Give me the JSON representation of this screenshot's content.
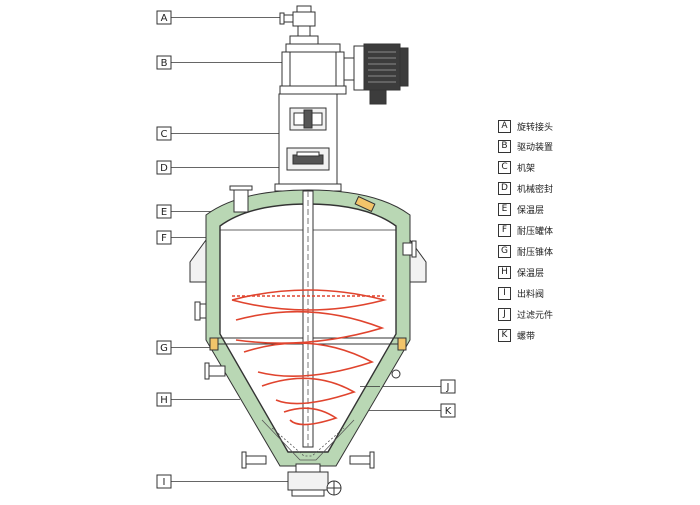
{
  "callouts_left": [
    "A",
    "B",
    "C",
    "D",
    "E",
    "F",
    "G",
    "H",
    "I"
  ],
  "callouts_right": [
    "J",
    "K"
  ],
  "legend": [
    {
      "key": "A",
      "label": "旋转接头"
    },
    {
      "key": "B",
      "label": "驱动装置"
    },
    {
      "key": "C",
      "label": "机架"
    },
    {
      "key": "D",
      "label": "机械密封"
    },
    {
      "key": "E",
      "label": "保温层"
    },
    {
      "key": "F",
      "label": "耐压罐体"
    },
    {
      "key": "G",
      "label": "耐压锥体"
    },
    {
      "key": "H",
      "label": "保温层"
    },
    {
      "key": "I",
      "label": "出料阀"
    },
    {
      "key": "J",
      "label": "过滤元件"
    },
    {
      "key": "K",
      "label": "螺带"
    }
  ],
  "colors": {
    "line": "#333333",
    "insulation": "#b9d7b4",
    "motor": "#3c3c3c",
    "ribbon": "#e0442e",
    "fill": "#f2f2f2"
  }
}
